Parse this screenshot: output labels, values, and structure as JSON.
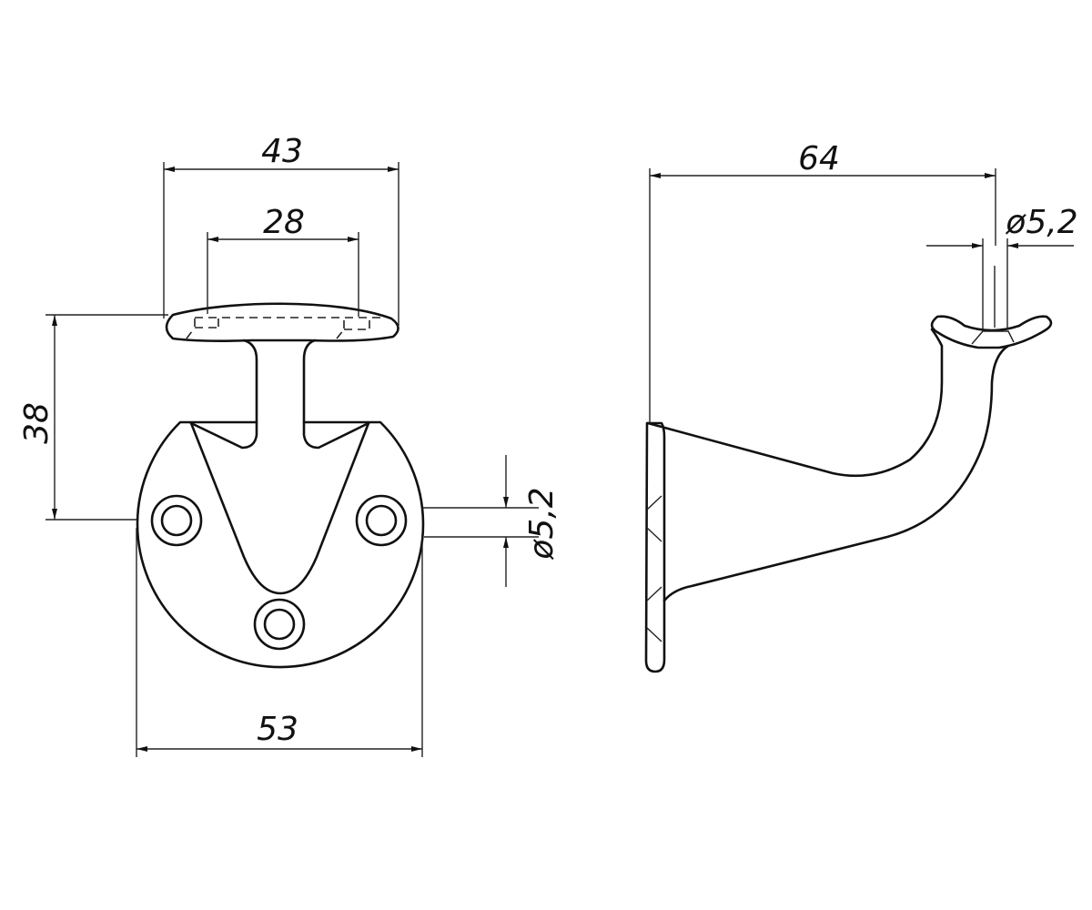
{
  "front_view": {
    "dimensions": {
      "saddle_width": "43",
      "hole_spacing_top": "28",
      "height": "38",
      "plate_diameter": "53",
      "hole_diameter": "ø5,2"
    }
  },
  "side_view": {
    "dimensions": {
      "projection": "64",
      "hole_diameter": "ø5,2"
    }
  },
  "colors": {
    "line": "#111111",
    "background": "#ffffff"
  }
}
